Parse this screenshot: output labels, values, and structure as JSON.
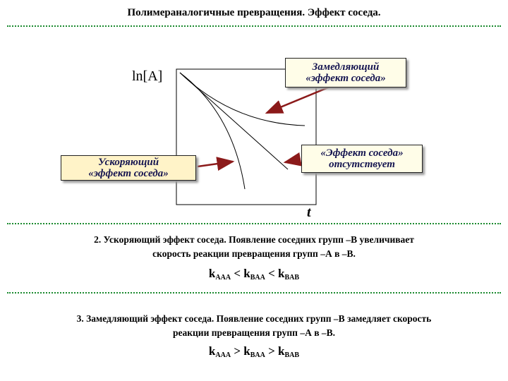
{
  "header": {
    "title": "Полимераналогичные превращения. Эффект соседа."
  },
  "diagram": {
    "y_axis_label": "ln[A]",
    "x_axis_label": "t",
    "box_slowing": {
      "line1": "Замедляющий",
      "line2": "«эффект соседа»"
    },
    "box_none": {
      "line1": "«Эффект соседа»",
      "line2": "отсутствует"
    },
    "box_accelerating": {
      "line1": "Ускоряющий",
      "line2": "«эффект соседа»"
    },
    "colors": {
      "arrow": "#8b1a1a",
      "divider": "#1a8a2e",
      "box_fill": "#fffde8"
    }
  },
  "section2": {
    "line1_a": "2. Ускоряющий эффект соседа. Появление соседних групп ",
    "line1_b": "–В",
    "line1_c": " увеличивает",
    "line2_a": "скорость реакции превращения групп ",
    "line2_b": "–А",
    "line2_c": " в ",
    "line2_d": "–В",
    "line2_e": ".",
    "formula": {
      "k1": "k",
      "s1": "AAA",
      "op1": " < ",
      "k2": "k",
      "s2": "BAA",
      "op2": " < ",
      "k3": "k",
      "s3": "BAB"
    }
  },
  "section3": {
    "line1_a": "3. Замедляющий  эффект соседа. Появление соседних групп ",
    "line1_b": "–В",
    "line1_c": " замедляет скорость",
    "line2_a": "реакции превращения групп  ",
    "line2_b": "–А",
    "line2_c": " в ",
    "line2_d": "–В",
    "line2_e": ".",
    "formula": {
      "k1": "k",
      "s1": "AAA",
      "op1": " > ",
      "k2": "k",
      "s2": "BAA",
      "op2": " > ",
      "k3": "k",
      "s3": "BAB"
    }
  }
}
